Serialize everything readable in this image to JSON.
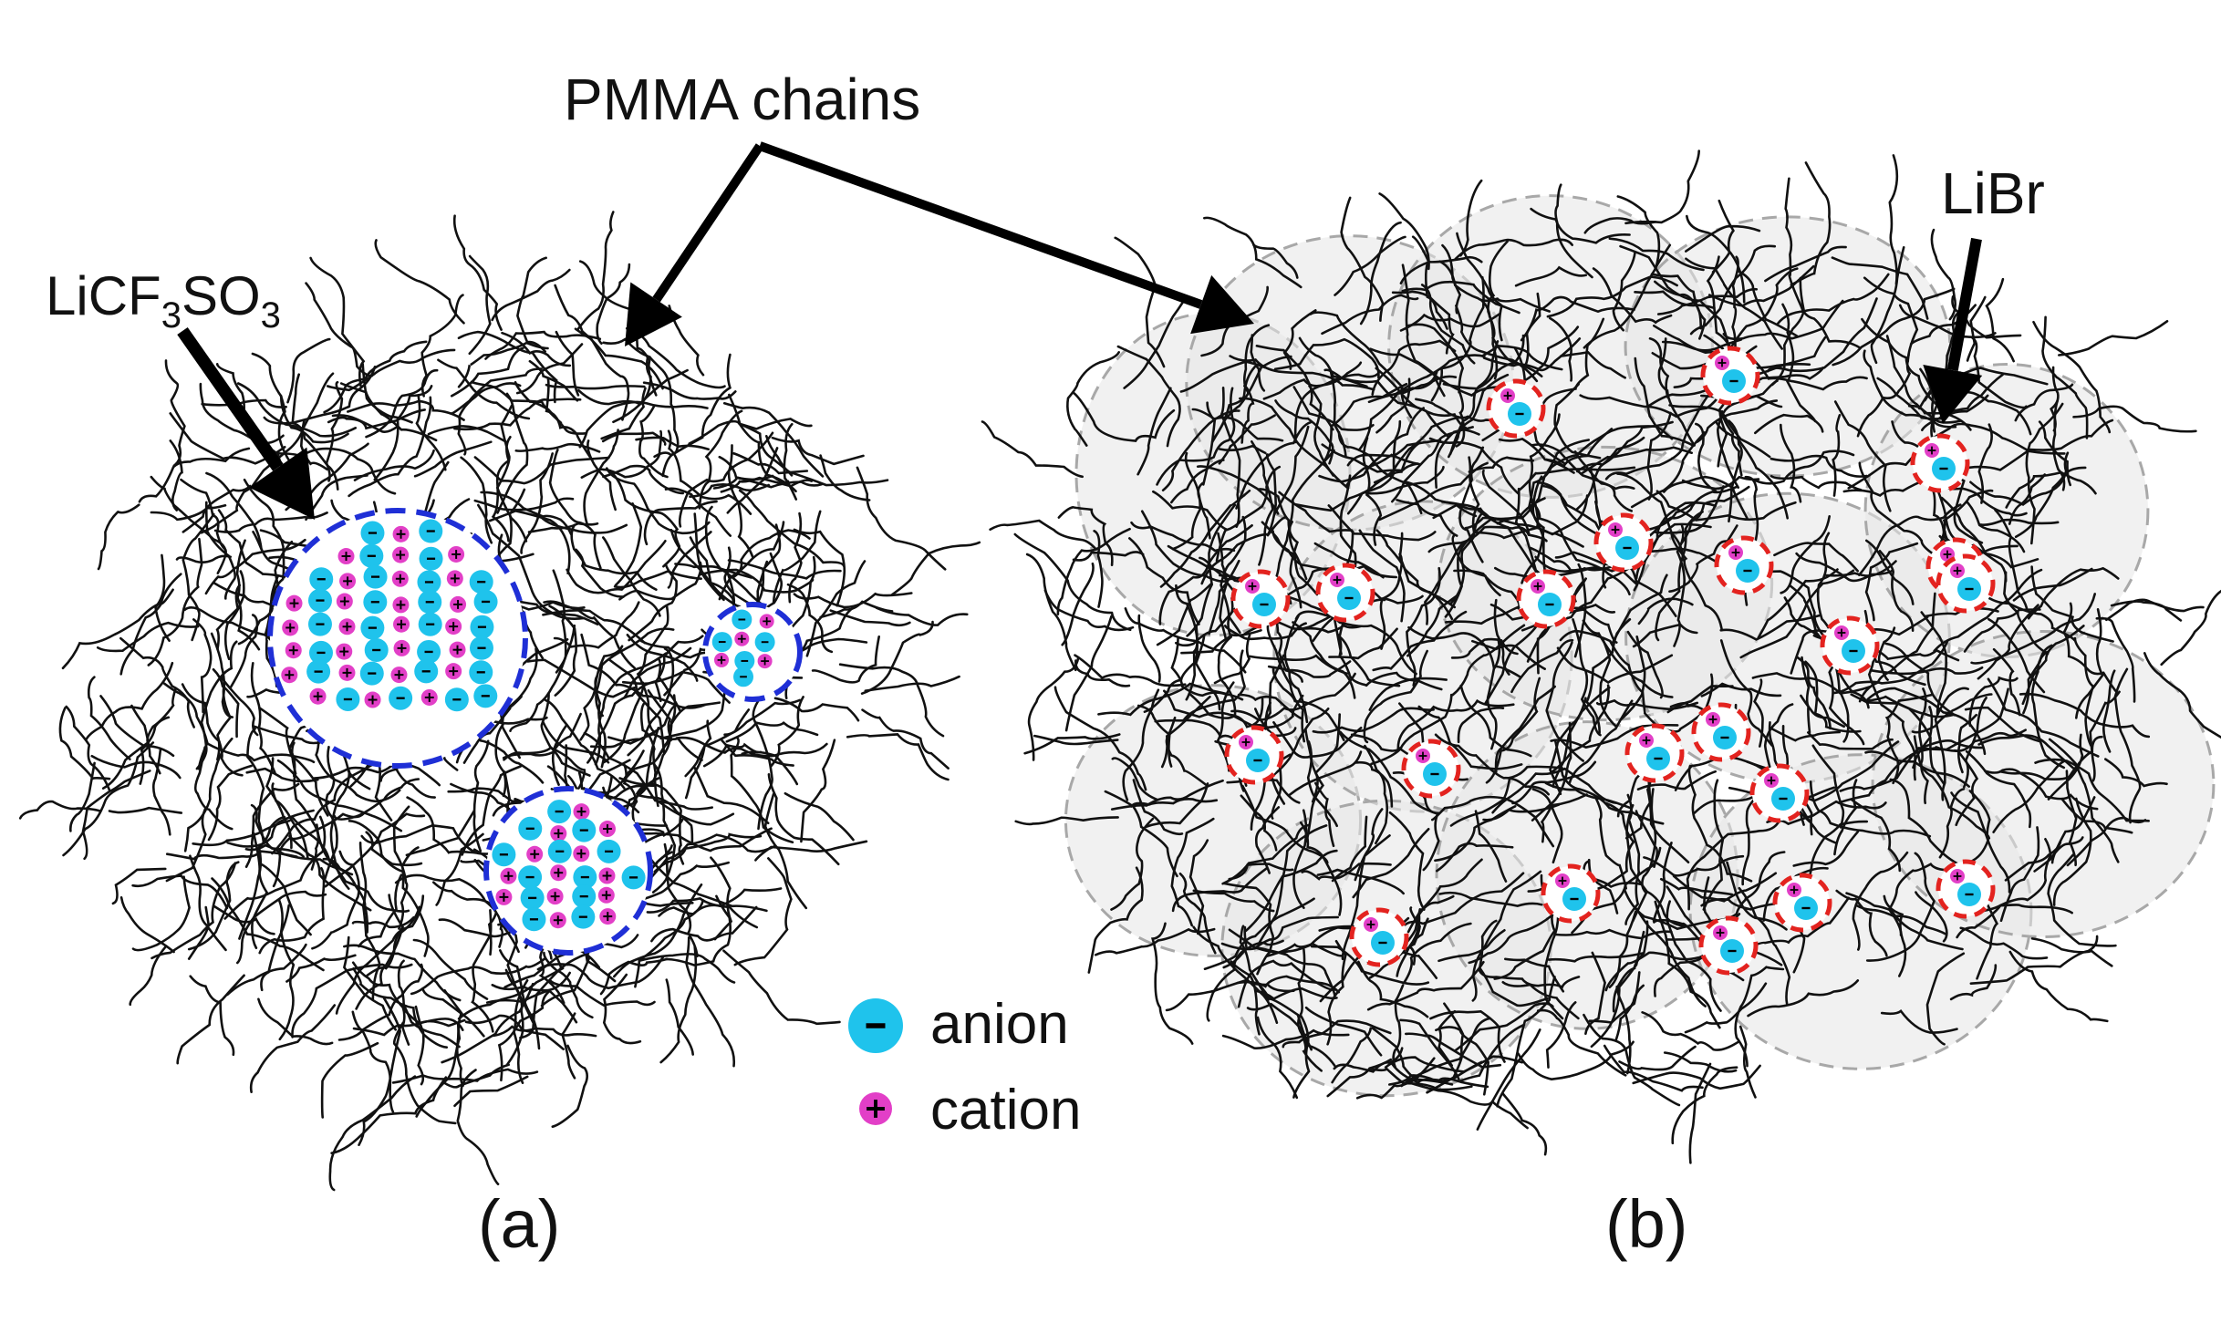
{
  "labels": {
    "pmma": "PMMA chains",
    "salt_a": {
      "prefix": "LiCF",
      "sub1": "3",
      "mid": "SO",
      "sub2": "3"
    },
    "salt_b": "LiBr",
    "panel_a": "(a)",
    "panel_b": "(b)"
  },
  "legend": {
    "anion": {
      "symbol": "-",
      "label": "anion"
    },
    "cation": {
      "symbol": "+",
      "label": "cation"
    }
  },
  "colors": {
    "chain": "#111111",
    "anion": "#1fc3ec",
    "cation": "#e23fc7",
    "aggregate_ring": "#1f2fd6",
    "pair_ring": "#e3231f",
    "region_fill": "#e6e6e6",
    "region_border": "#a8a8a8",
    "arrow": "#000000"
  },
  "panels": {
    "a": {
      "description_type": "aggregated-ion-clusters",
      "clusters": [
        {
          "size": "large",
          "anions": 28,
          "cations": 26
        },
        {
          "size": "medium",
          "anions": 14,
          "cations": 14
        },
        {
          "size": "small",
          "anions": 5,
          "cations": 4
        }
      ]
    },
    "b": {
      "description_type": "dispersed-ion-pairs",
      "ion_pairs": 21
    }
  }
}
